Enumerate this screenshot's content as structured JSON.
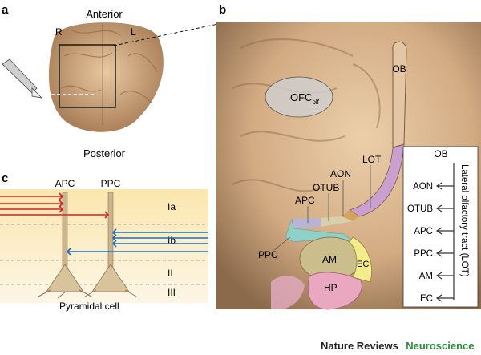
{
  "panel_letters": {
    "a": "a",
    "b": "b",
    "c": "c"
  },
  "panel_a": {
    "anterior": "Anterior",
    "posterior": "Posterior",
    "right": "R",
    "left": "L"
  },
  "panel_b": {
    "ofc_main": "OFC",
    "ofc_sub": "olf",
    "ob": "OB",
    "lot": "LOT",
    "aon": "AON",
    "otub": "OTUB",
    "apc": "APC",
    "ppc": "PPC",
    "am": "AM",
    "ec": "EC",
    "hp": "HP",
    "legend": {
      "top": "OB",
      "items": [
        "AON",
        "OTUB",
        "APC",
        "PPC",
        "AM",
        "EC"
      ],
      "vertical_label": "Lateral olfactory tract (LOT)"
    }
  },
  "panel_c": {
    "apc": "APC",
    "ppc": "PPC",
    "layers": [
      "Ia",
      "Ib",
      "II",
      "III"
    ],
    "cell_label": "Pyramidal cell"
  },
  "footer": {
    "journal": "Nature Reviews",
    "separator": "|",
    "section": "Neuroscience"
  },
  "colors": {
    "lot_purple": "#c9a0d0",
    "apc_lavender": "#b9b3d6",
    "ppc_teal": "#8fd1c6",
    "am_olive": "#cbbd8c",
    "ec_yellow": "#f4ec8a",
    "hp_pink": "#e9a7c0",
    "red_fiber": "#d1232a",
    "blue_fiber": "#1f6fb8",
    "journal_green": "#2a8a3a"
  }
}
